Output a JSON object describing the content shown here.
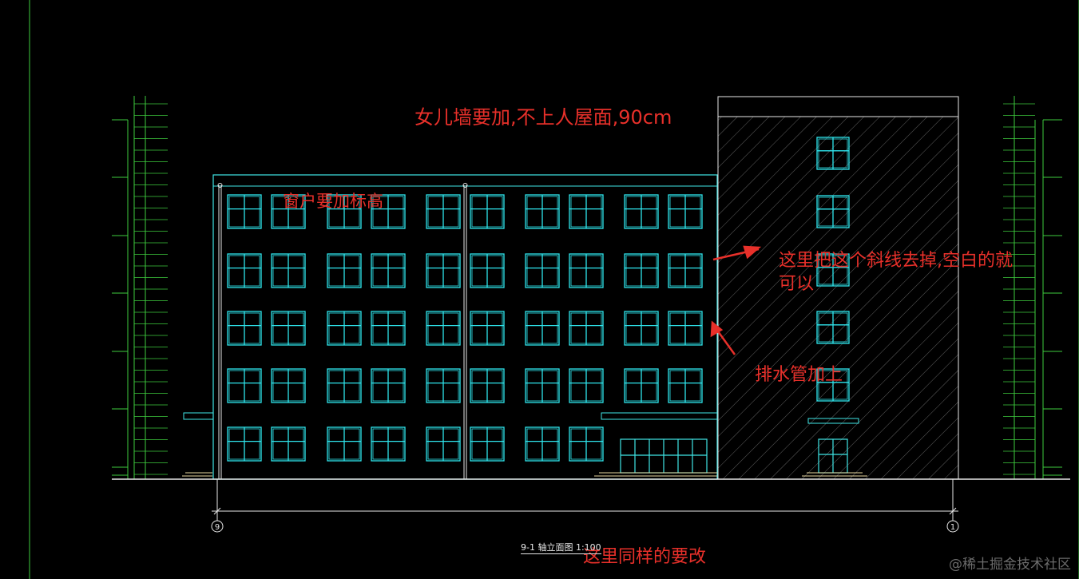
{
  "annotations": {
    "parapet": "女儿墙要加,不上人屋面,90cm",
    "window_elevation": "窗户要加标高",
    "remove_hatch": "这里把这个斜线去掉,空白的就",
    "remove_hatch_cont": "可以",
    "drain_pipe": "排水管加上",
    "same_change": "这里同样的要改"
  },
  "drawing": {
    "caption": "9-1 轴立面图 1:100",
    "axis_left": "9",
    "axis_right": "1"
  },
  "watermark": "@稀土掘金技术社区",
  "colors": {
    "building_line": "#3fe6e6",
    "window": "#2fe6ee",
    "annotation": "#e8302a",
    "dim_green": "#3ecc3e",
    "ground": "#e8e8e8",
    "hatch": "#9a9a9a"
  }
}
